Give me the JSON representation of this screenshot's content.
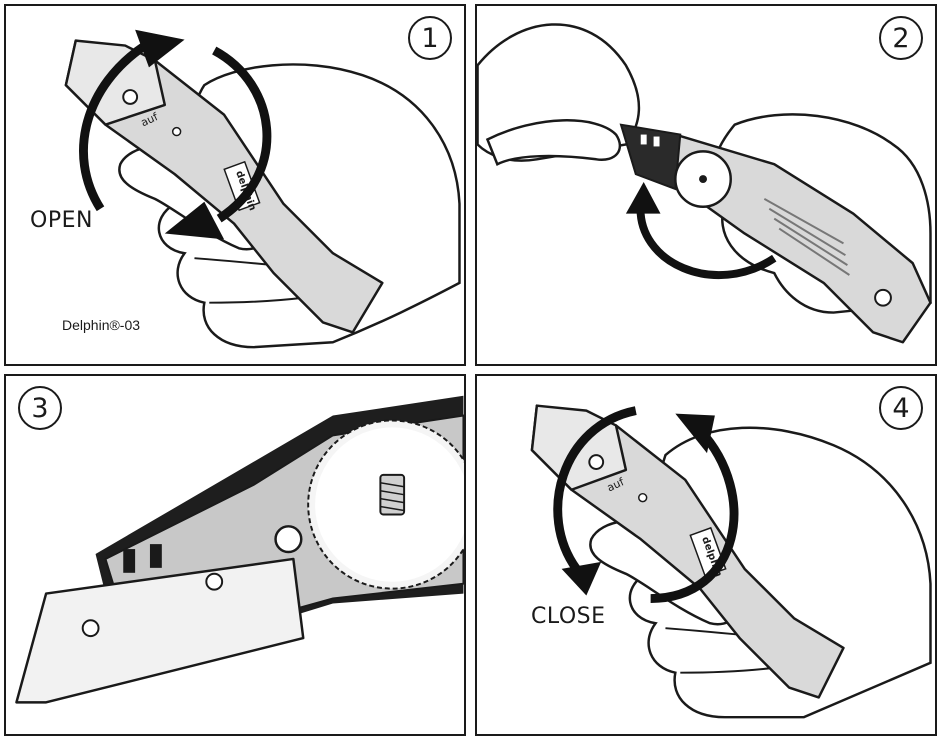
{
  "panels": [
    {
      "step": "1",
      "action_label": "OPEN",
      "caption": "Delphin®-03",
      "knife_marks": {
        "lever": "auf",
        "brand": "delphin"
      }
    },
    {
      "step": "2"
    },
    {
      "step": "3"
    },
    {
      "step": "4",
      "action_label": "CLOSE",
      "knife_marks": {
        "lever": "auf",
        "brand": "delphin"
      }
    }
  ],
  "colors": {
    "line": "#1a1a1a",
    "metal": "#d9d9d9",
    "metal_dark": "#a8a8a8",
    "arrow": "#111111"
  }
}
